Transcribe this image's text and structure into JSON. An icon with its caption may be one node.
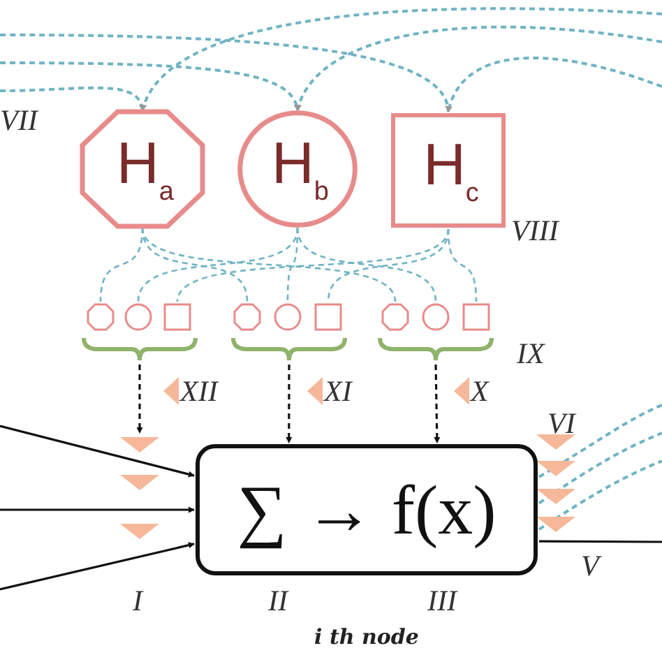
{
  "diagram": {
    "nodes": [
      {
        "text": [
          "H$_{a}$"
        ]
      },
      {
        "text": [
          "H$_{b}$"
        ]
      },
      {
        "text": [
          "H$_{c}$"
        ]
      },
      {
        "text": [],
        "shape": "octagon"
      },
      {
        "text": [],
        "shape": "circle"
      },
      {
        "text": [],
        "shape": "box"
      },
      {
        "text": [],
        "shape": "octagon"
      },
      {
        "text": [],
        "shape": "circle"
      },
      {
        "text": [],
        "shape": "box"
      },
      {
        "text": [],
        "shape": "octagon"
      },
      {
        "text": [],
        "shape": "circle"
      },
      {
        "text": [],
        "shape": "box"
      },
      {
        "text": [
          "∑ → f(x)"
        ],
        "beside": [
          "i th node"
        ]
      },
      {
        "text": [],
        "shape": "brace"
      },
      {
        "text": [],
        "shape": "brace"
      },
      {
        "text": [],
        "shape": "brace"
      }
    ],
    "edges": [
      {
        "from": null,
        "to": 0,
        "arrow": "to",
        "style": "dashed"
      },
      {
        "from": null,
        "to": 1,
        "arrow": "to",
        "style": "dashed"
      },
      {
        "from": null,
        "to": 2,
        "arrow": "to",
        "style": "dashed"
      },
      {
        "from": null,
        "to": 0,
        "arrow": "to",
        "style": "dashed"
      },
      {
        "from": null,
        "to": 1,
        "arrow": "to",
        "style": "dashed"
      },
      {
        "from": null,
        "to": 2,
        "arrow": "to",
        "style": "dashed"
      },
      {
        "from": 12,
        "to": null,
        "arrow": "none",
        "style": "dashed"
      },
      {
        "from": 12,
        "to": null,
        "arrow": "none",
        "style": "dashed"
      },
      {
        "from": 12,
        "to": null,
        "arrow": "none",
        "style": "dashed"
      },
      {
        "from": 0,
        "to": 3,
        "arrow": "none",
        "style": "dashed"
      },
      {
        "from": 0,
        "to": 6,
        "arrow": "none",
        "style": "dashed"
      },
      {
        "from": 0,
        "to": 9,
        "arrow": "none",
        "style": "dashed"
      },
      {
        "from": 1,
        "to": 4,
        "arrow": "none",
        "style": "dashed"
      },
      {
        "from": 1,
        "to": 7,
        "arrow": "none",
        "style": "dashed"
      },
      {
        "from": 1,
        "to": 10,
        "arrow": "none",
        "style": "dashed"
      },
      {
        "from": 2,
        "to": 5,
        "arrow": "none",
        "style": "dashed"
      },
      {
        "from": 2,
        "to": 8,
        "arrow": "none",
        "style": "dashed"
      },
      {
        "from": 2,
        "to": 11,
        "arrow": "none",
        "style": "dashed"
      },
      {
        "from": 13,
        "to": null,
        "arrow": "to",
        "style": "dashed",
        "color": "#111111"
      },
      {
        "from": 14,
        "to": 12,
        "arrow": "to",
        "style": "dashed",
        "color": "#111111"
      },
      {
        "from": 15,
        "to": 12,
        "arrow": "to",
        "style": "dashed",
        "color": "#111111"
      },
      {
        "from": null,
        "to": 12,
        "arrow": "to",
        "color": "#111111"
      },
      {
        "from": null,
        "to": 12,
        "arrow": "to",
        "color": "#111111"
      },
      {
        "from": null,
        "to": 12,
        "arrow": "to",
        "color": "#111111"
      },
      {
        "from": 12,
        "to": null,
        "arrow": "none",
        "color": "#111111"
      }
    ],
    "labels": [
      "VII",
      "VIII",
      "IX",
      "XII",
      "XI",
      "X",
      "VI",
      "V",
      "I",
      "II",
      "III"
    ]
  }
}
